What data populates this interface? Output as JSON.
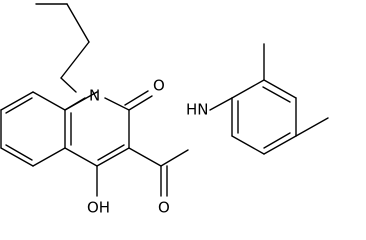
{
  "molecule": {
    "atom_labels": {
      "ring_nitrogen": "N",
      "ketone_oxygen": "O",
      "amide_nh": "HN",
      "amide_oxygen": "O",
      "hydroxyl": "OH"
    }
  },
  "colors": {
    "bond": "#000000",
    "label": "#000000",
    "background": "#ffffff"
  }
}
